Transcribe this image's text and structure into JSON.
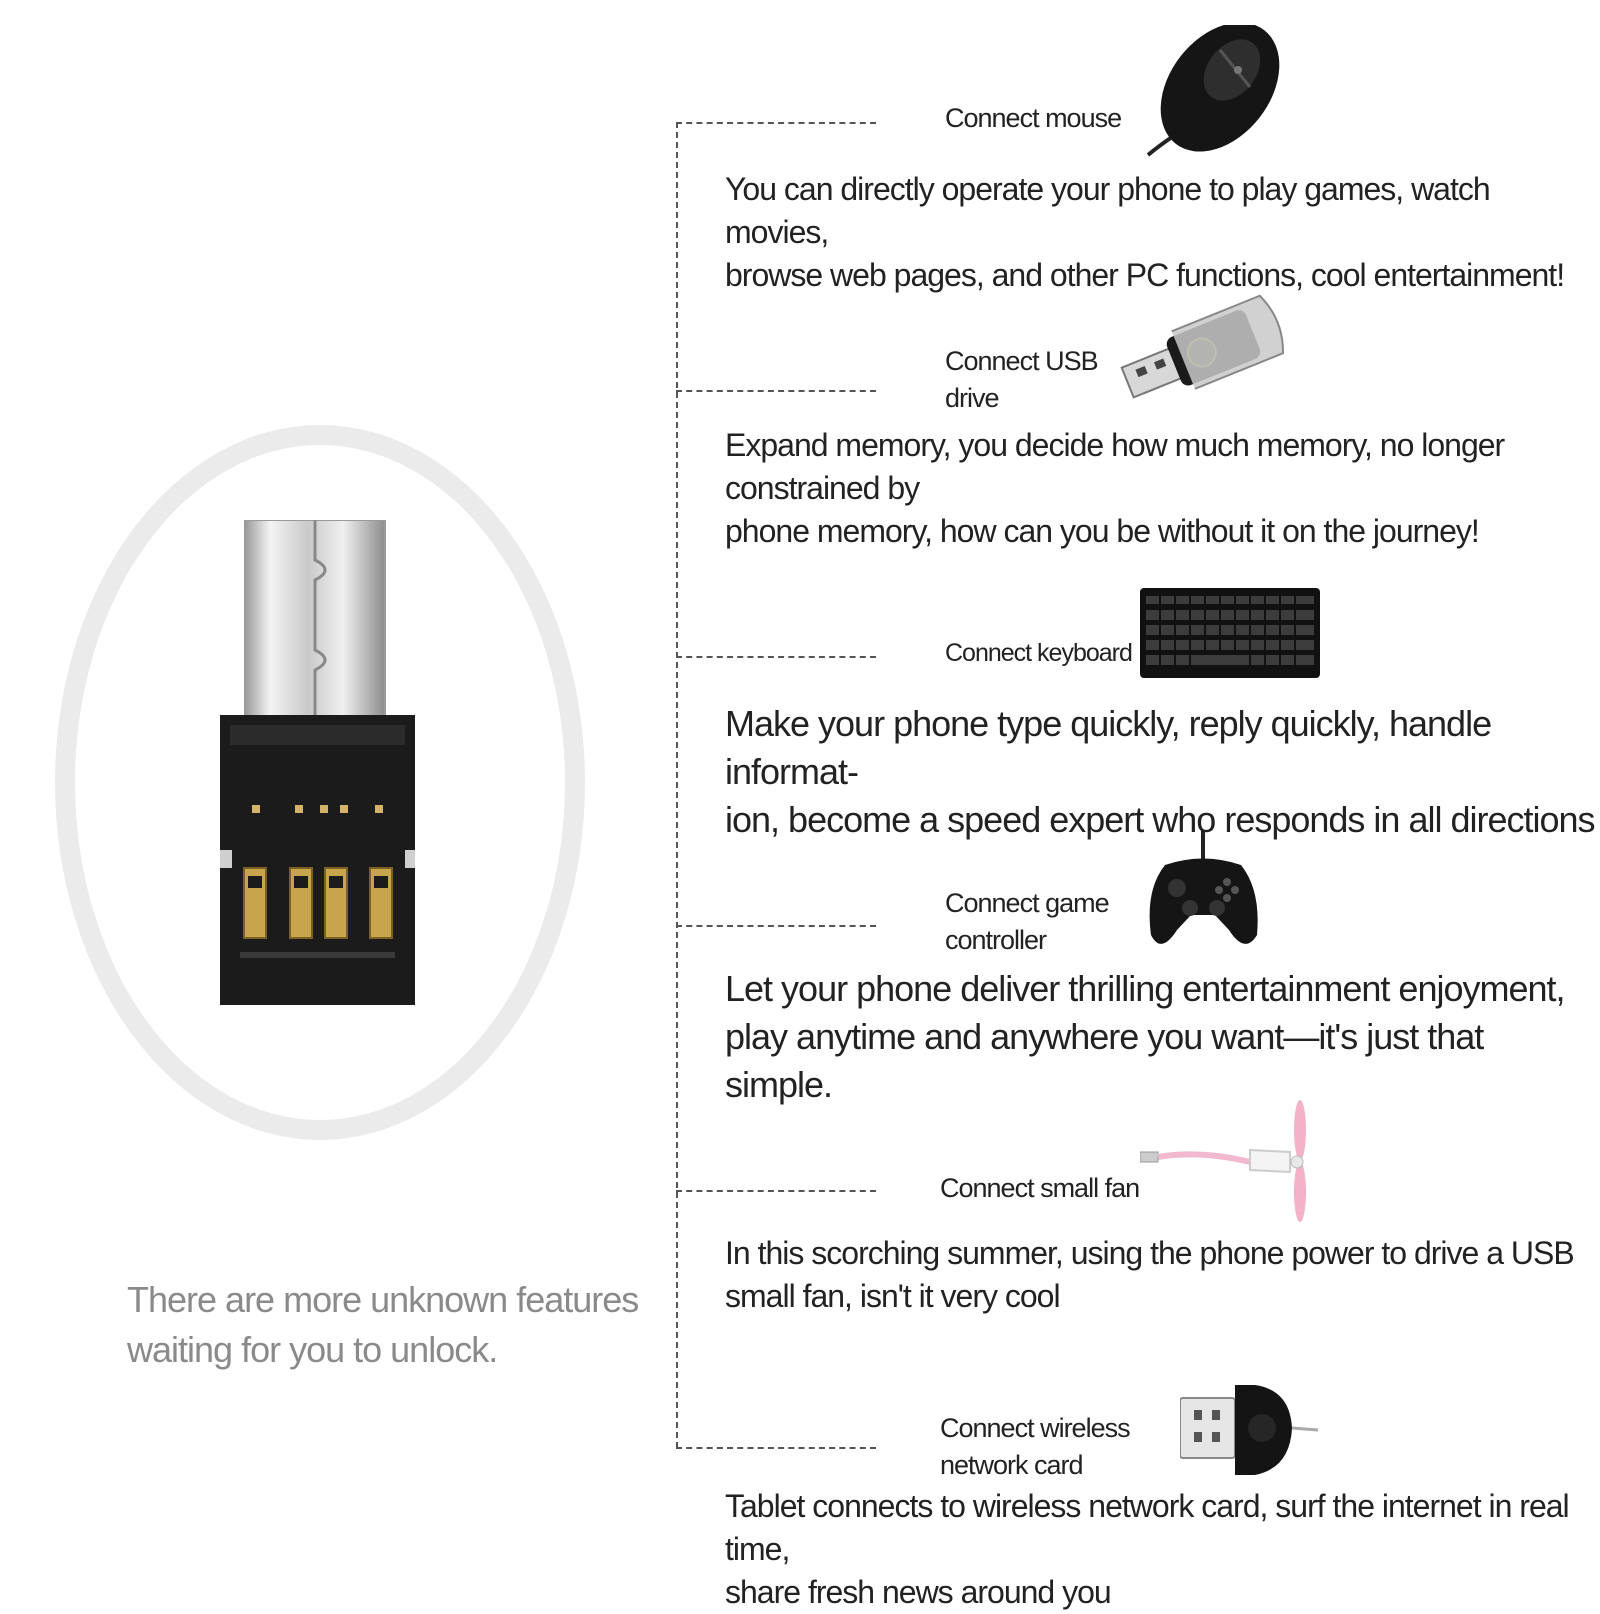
{
  "tagline": {
    "line1": "There are more unknown features",
    "line2": "waiting for you to unlock."
  },
  "features": [
    {
      "label": [
        "Connect mouse"
      ],
      "desc": [
        "You can directly operate your phone to play games, watch movies,",
        "browse web pages, and other PC functions, cool entertainment!"
      ],
      "icon": "mouse-icon"
    },
    {
      "label": [
        "Connect USB",
        "drive"
      ],
      "desc": [
        "Expand memory, you decide how much memory, no longer constrained by",
        "phone memory, how can you be without it on the journey!"
      ],
      "icon": "usb-drive-icon"
    },
    {
      "label": [
        "Connect keyboard"
      ],
      "desc": [
        "Make your phone type quickly, reply quickly, handle informat-",
        "ion, become a speed expert who responds in all directions"
      ],
      "icon": "keyboard-icon"
    },
    {
      "label": [
        "Connect game",
        "controller"
      ],
      "desc": [
        "Let your phone deliver thrilling entertainment enjoyment,",
        "play anytime and anywhere you want—it's just that simple."
      ],
      "icon": "game-controller-icon"
    },
    {
      "label": [
        "Connect small fan"
      ],
      "desc": [
        "In this scorching summer, using the phone power to drive a USB",
        "small fan, isn't it very cool"
      ],
      "icon": "usb-fan-icon"
    },
    {
      "label": [
        "Connect wireless",
        "network card"
      ],
      "desc": [
        "Tablet connects to wireless network card, surf the internet in real time,",
        "share fresh news around you"
      ],
      "icon": "wireless-network-card-icon"
    }
  ]
}
